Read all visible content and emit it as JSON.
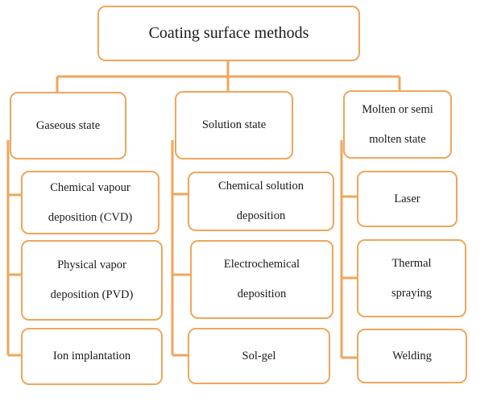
{
  "title": "Coating surface methods",
  "categories": [
    {
      "label_lines": [
        "Gaseous state"
      ],
      "items": [
        [
          "Chemical vapour",
          "deposition (CVD)"
        ],
        [
          "Physical vapor",
          "deposition (PVD)"
        ],
        [
          "Ion implantation"
        ]
      ]
    },
    {
      "label_lines": [
        "Solution state"
      ],
      "items": [
        [
          "Chemical solution",
          "deposition"
        ],
        [
          "Electrochemical",
          "deposition"
        ],
        [
          "Sol-gel"
        ]
      ]
    },
    {
      "label_lines": [
        "Molten or semi",
        "molten state"
      ],
      "items": [
        [
          "Laser"
        ],
        [
          "Thermal",
          "spraying"
        ],
        [
          "Welding"
        ]
      ]
    }
  ],
  "style": {
    "border_color": "#f0a65a",
    "text_color": "#1a1a1a"
  }
}
